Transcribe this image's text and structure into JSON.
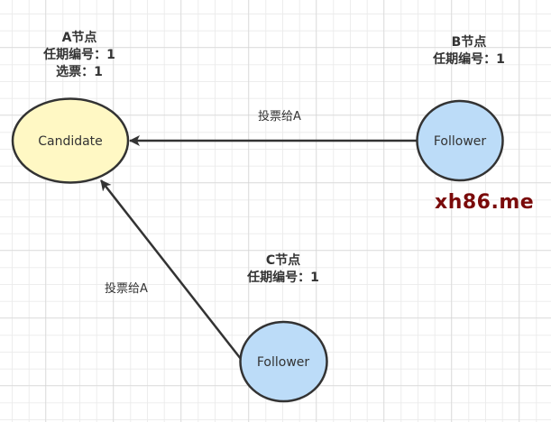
{
  "diagram": {
    "title": "Raft leader election: votes for node A",
    "colors": {
      "candidate_fill": "#fff8c4",
      "follower_fill": "#bcdcf8",
      "stroke": "#333333",
      "watermark": "#7a0a0a"
    },
    "nodes": [
      {
        "id": "A",
        "shape_text": "Candidate",
        "role": "candidate",
        "info": [
          "A节点",
          "任期编号：1",
          "选票：1"
        ]
      },
      {
        "id": "B",
        "shape_text": "Follower",
        "role": "follower",
        "info": [
          "B节点",
          "任期编号：1"
        ]
      },
      {
        "id": "C",
        "shape_text": "Follower",
        "role": "follower",
        "info": [
          "C节点",
          "任期编号：1"
        ]
      }
    ],
    "edges": [
      {
        "from": "B",
        "to": "A",
        "label": "投票给A"
      },
      {
        "from": "C",
        "to": "A",
        "label": "投票给A"
      }
    ]
  },
  "watermark": "xh86.me"
}
